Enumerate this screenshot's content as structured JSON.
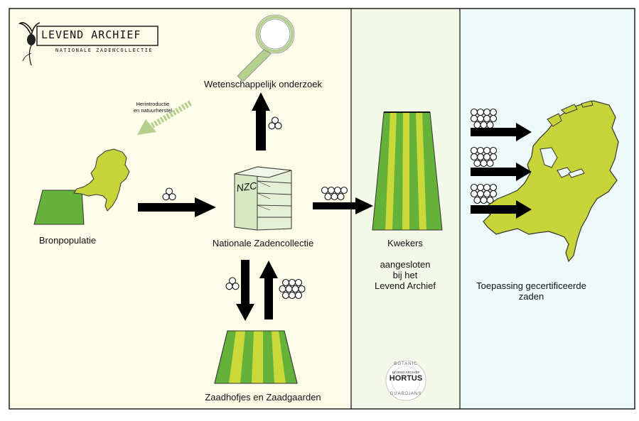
{
  "logo": {
    "title": "LEVEND ARCHIEF",
    "subtitle": "NATIONALE ZADENCOLLECTIE"
  },
  "labels": {
    "research": "Wetenschappelijk onderzoek",
    "reintroduction_1": "Herintroductie",
    "reintroduction_2": "en natuurherstel",
    "source": "Bronpopulatie",
    "collection": "Nationale Zadencollectie",
    "nzc": "NZC",
    "breeders": "Kwekers",
    "breeders_note_1": "aangesloten",
    "breeders_note_2": "bij het",
    "breeders_note_3": "Levend Archief",
    "gardens": "Zaadhofjes en Zaadgaarden",
    "application_1": "Toepassing gecertificeerde",
    "application_2": "zaden"
  },
  "badge": {
    "top": "BOTANIC",
    "line1": "LEVEND ARCHIEF",
    "name": "HORTUS",
    "bottom": "GUARDIANS"
  },
  "colors": {
    "panel_main": "#fdfce8",
    "panel_breeders": "#f3f8e9",
    "panel_application": "#eef9f9",
    "map_green": "#c6d43a",
    "field_dark": "#64b23a",
    "field_light": "#c9d93a",
    "pale_green": "#b4d08e",
    "arrow": "#000000"
  }
}
